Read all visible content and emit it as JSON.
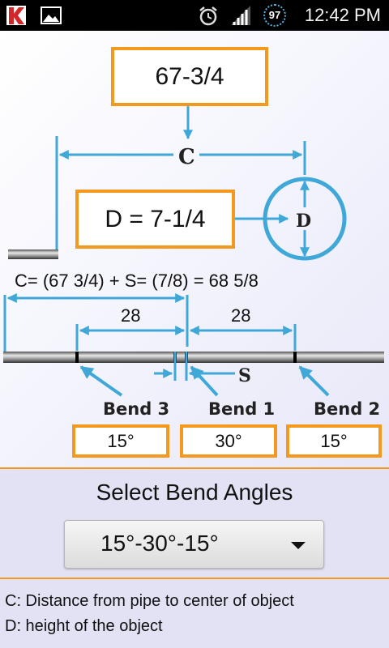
{
  "status_bar": {
    "time": "12:42 PM",
    "battery_level": "97",
    "icons": [
      "kaspersky-icon",
      "gallery-icon",
      "alarm-icon",
      "signal-icon",
      "battery-icon"
    ]
  },
  "diagram": {
    "c_value": "67-3/4",
    "c_label": "C",
    "d_value": "D = 7-1/4",
    "d_label": "D",
    "formula": "C= (67 3/4) + S= (7/8) = 68 5/8",
    "left_dimension": "28",
    "right_dimension": "28",
    "s_label": "S",
    "bends": [
      {
        "label": "Bend 3",
        "angle": "15°"
      },
      {
        "label": "Bend 1",
        "angle": "30°"
      },
      {
        "label": "Bend 2",
        "angle": "15°"
      }
    ]
  },
  "controls": {
    "select_title": "Select Bend Angles",
    "selected_option": "15°-30°-15°"
  },
  "legend": {
    "c_text": "C: Distance from pipe to center of object",
    "d_text": "D: height of the object"
  },
  "colors": {
    "accent_orange": "#f39a1e",
    "arrow_blue": "#3fa8d8",
    "background": "#e9e9f7"
  }
}
